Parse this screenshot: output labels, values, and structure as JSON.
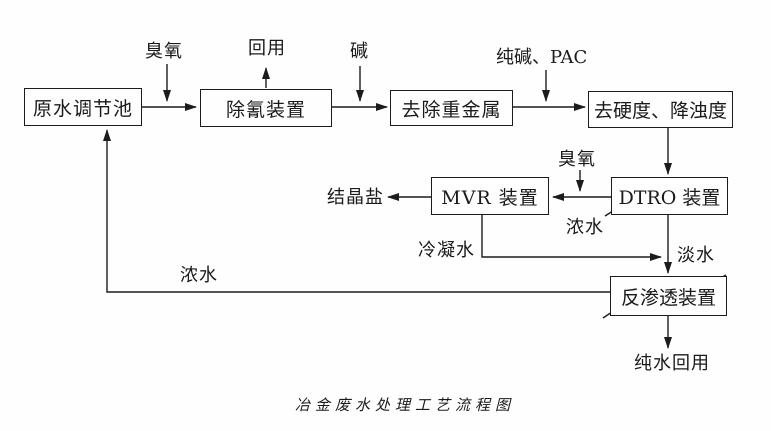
{
  "diagram": {
    "caption": "冶金废水处理工艺流程图",
    "nodes": {
      "raw_water": "原水调节池",
      "cyanide_removal": "除氰装置",
      "heavy_metal_removal": "去除重金属",
      "hardness_turbidity": "去硬度、降浊度",
      "mvr": "MVR 装置",
      "dtro": "DTRO 装置",
      "reverse_osmosis": "反渗透装置"
    },
    "labels": {
      "ozone_1": "臭氧",
      "reuse": "回用",
      "alkali": "碱",
      "soda_pac": "纯碱、PAC",
      "ozone_2": "臭氧",
      "concentrate_mid": "浓水",
      "crystal_salt": "结晶盐",
      "condensate": "冷凝水",
      "fresh_water": "淡水",
      "pure_water_reuse": "纯水回用",
      "concentrate_return": "浓水"
    },
    "colors": {
      "line": "#1c1c1c",
      "background": "#fefefe"
    }
  }
}
